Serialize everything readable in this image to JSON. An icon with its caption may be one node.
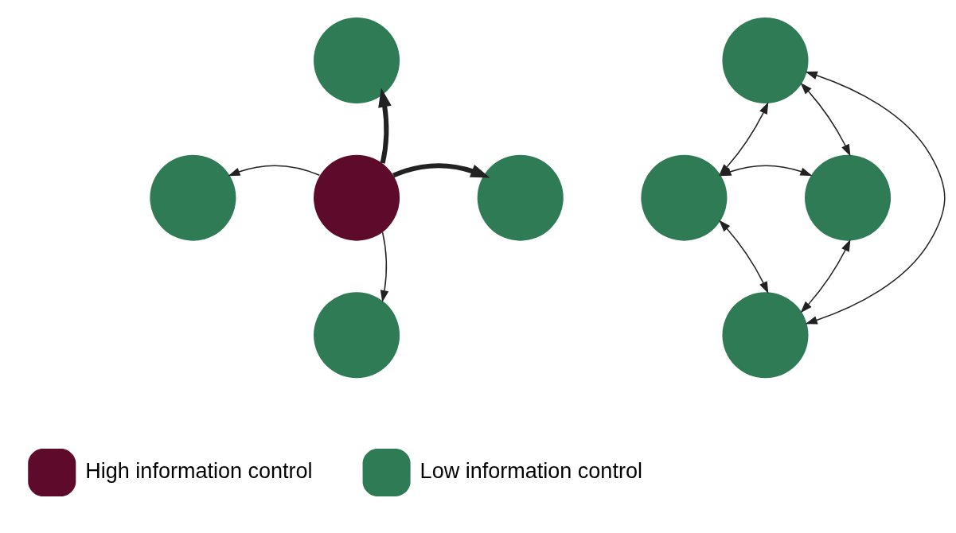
{
  "diagram": {
    "nodes": [
      {
        "text": [],
        "shape": "circle"
      },
      {
        "text": [],
        "shape": "circle"
      },
      {
        "text": [],
        "shape": "circle"
      },
      {
        "text": [],
        "shape": "circle"
      },
      {
        "text": [],
        "shape": "circle"
      },
      {
        "text": [],
        "shape": "circle"
      },
      {
        "text": [],
        "shape": "circle"
      },
      {
        "text": [],
        "shape": "circle"
      },
      {
        "text": [],
        "shape": "circle"
      }
    ],
    "edges": [
      {
        "from": 0,
        "to": 1,
        "arrow": "to",
        "style": "thick"
      },
      {
        "from": 0,
        "to": 2,
        "arrow": "to"
      },
      {
        "from": 0,
        "to": 3,
        "arrow": "to",
        "style": "thick"
      },
      {
        "from": 0,
        "to": 4,
        "arrow": "to"
      },
      {
        "from": 5,
        "to": 6,
        "arrow": "both"
      },
      {
        "from": 5,
        "to": 7,
        "arrow": "both"
      },
      {
        "from": 5,
        "to": 8,
        "arrow": "both"
      },
      {
        "from": 6,
        "to": 7,
        "arrow": "both"
      },
      {
        "from": 6,
        "to": 8,
        "arrow": "both"
      },
      {
        "from": 7,
        "to": 8,
        "arrow": "both"
      }
    ],
    "legend": [
      {
        "text": "High information control",
        "color": "#5e0b2b"
      },
      {
        "text": "Low information control",
        "color": "#2e7b55"
      }
    ]
  }
}
